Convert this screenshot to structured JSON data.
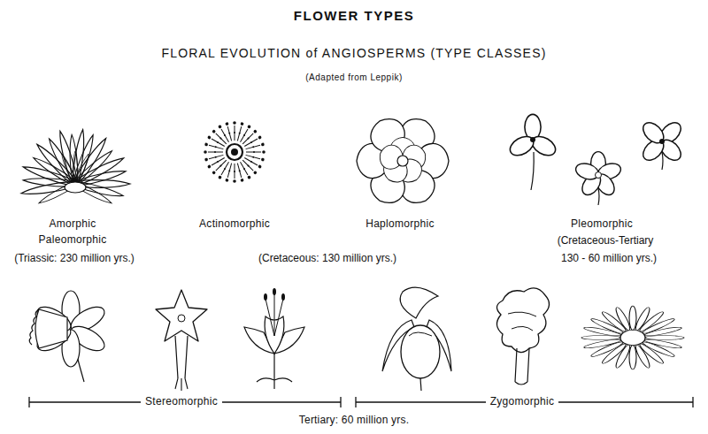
{
  "diagram": {
    "title": "FLOWER TYPES",
    "labels": [
      "FLORAL EVOLUTION of ANGIOSPERMS (TYPE CLASSES)",
      "(Adapted from Leppik)",
      "Amorphic",
      "Paleomorphic",
      "(Triassic: 230 million yrs.)",
      "Actinomorphic",
      "Haplomorphic",
      "Pleomorphic",
      "(Cretaceous-Tertiary",
      "(Cretaceous: 130 million yrs.)",
      "130 - 60 million yrs.)",
      "Stereomorphic",
      "Zygomorphic",
      "Tertiary: 60 million yrs."
    ]
  }
}
